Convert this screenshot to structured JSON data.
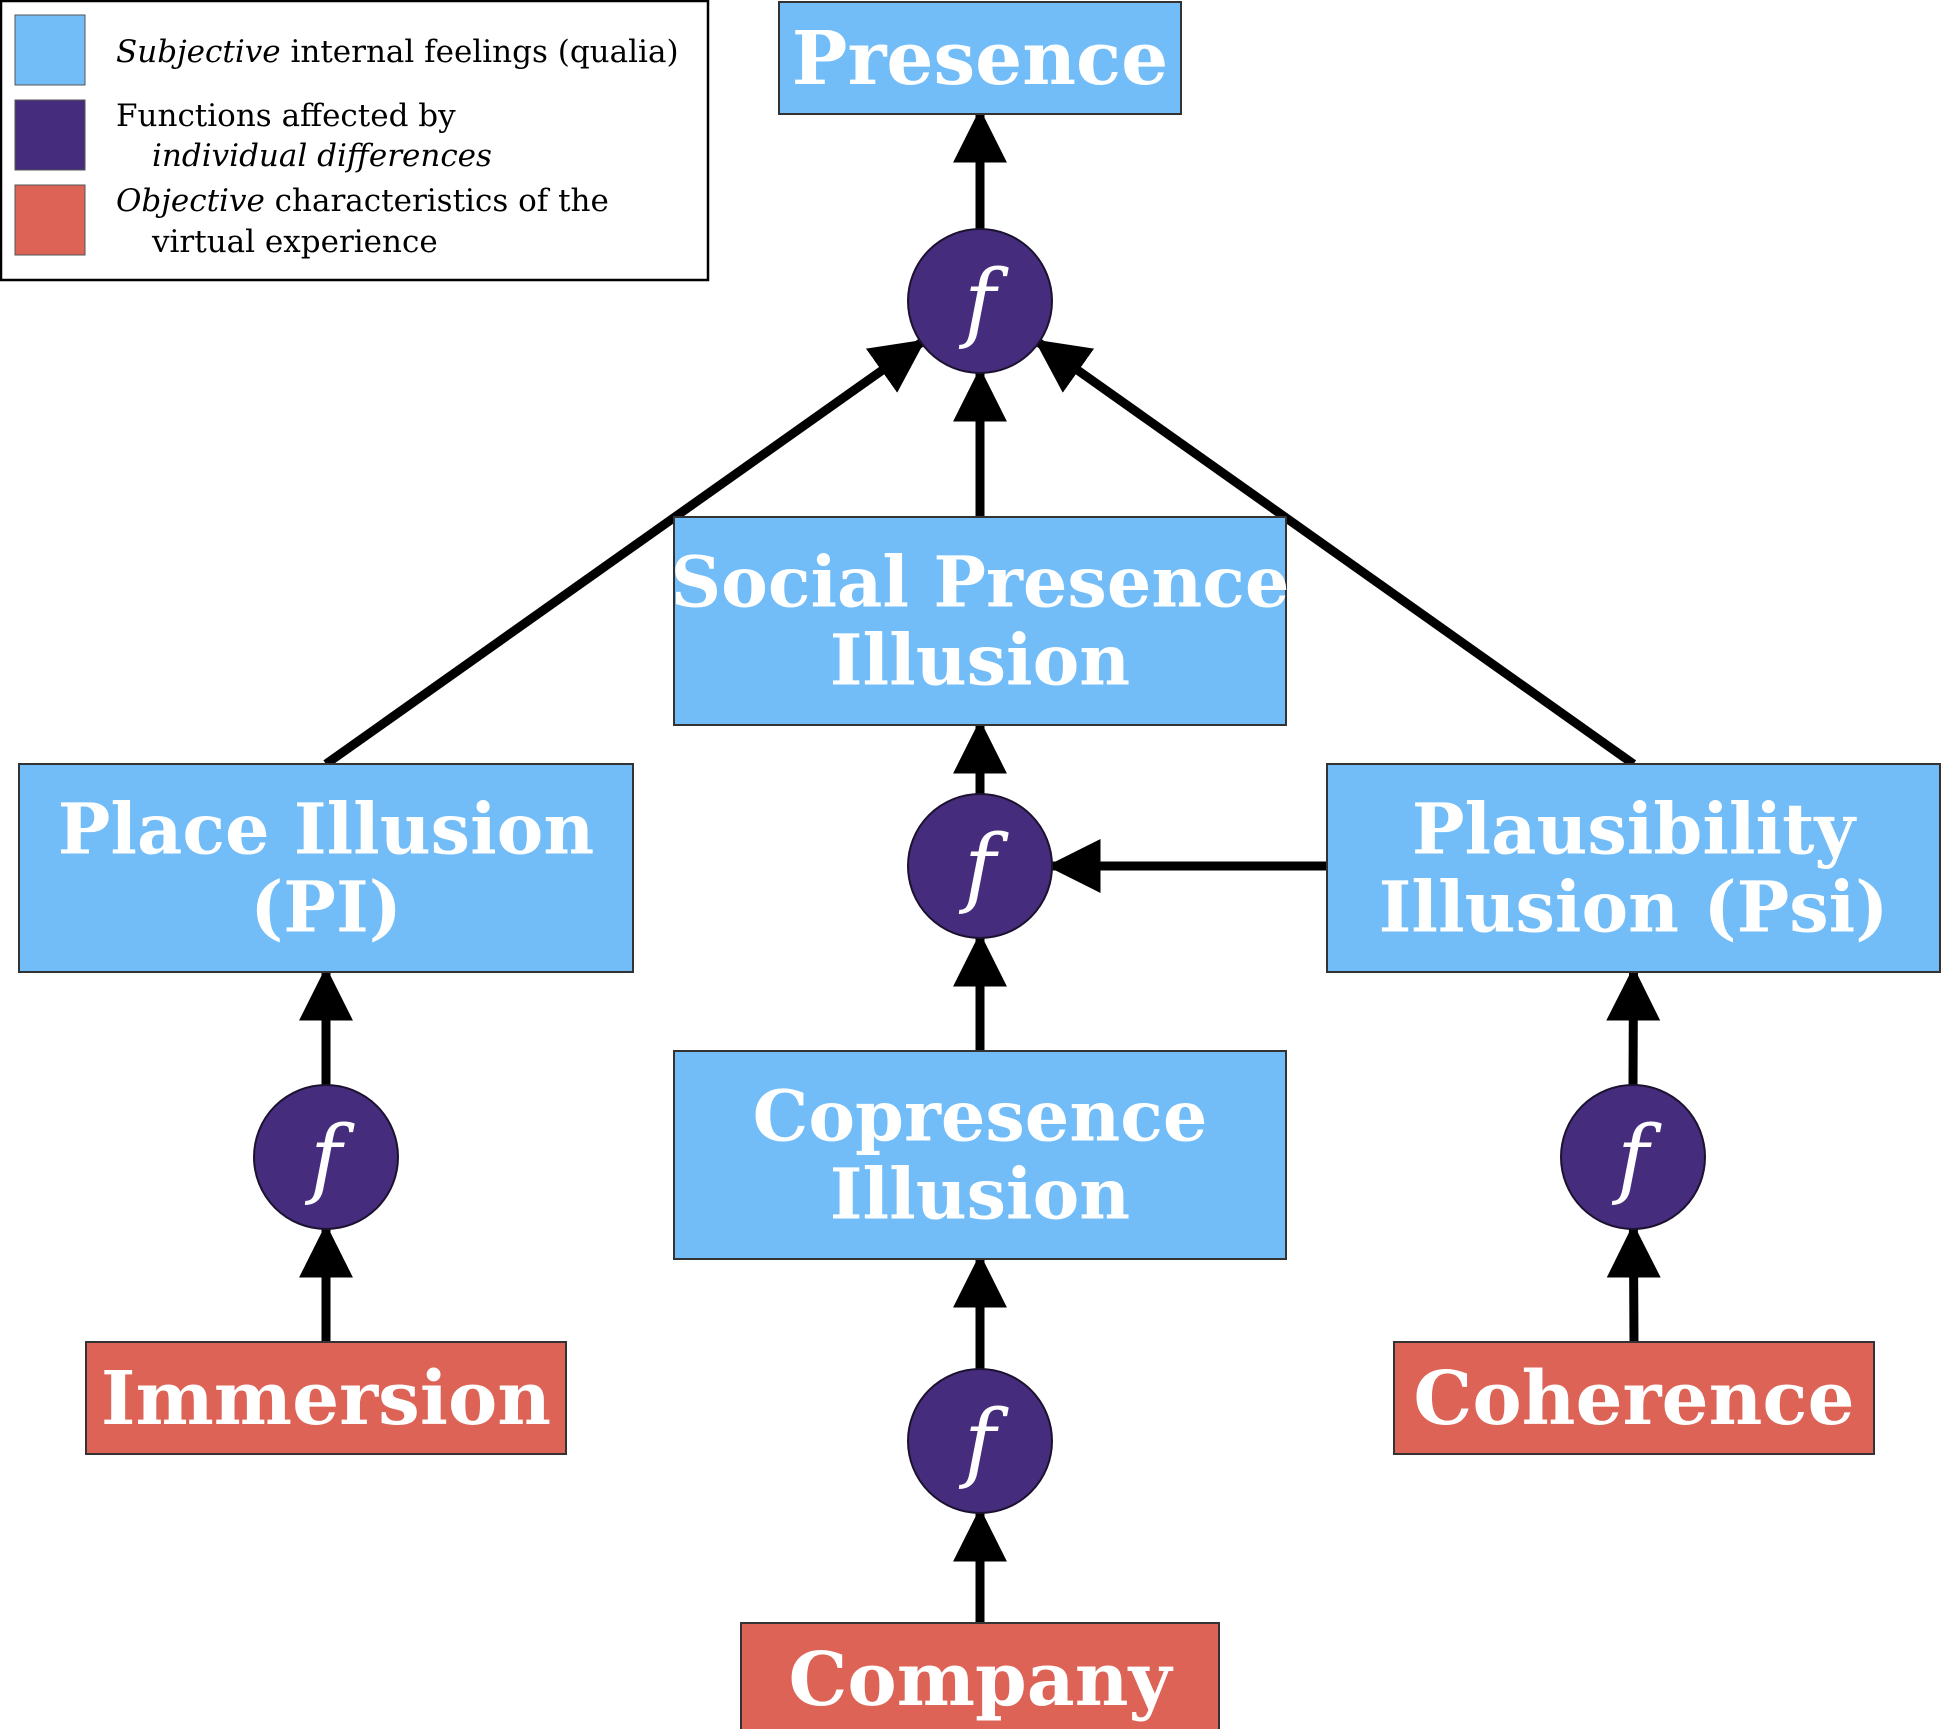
{
  "colors": {
    "subjective": "#72bdf7",
    "function": "#452c7c",
    "objective": "#dc6355",
    "edge": "#000000"
  },
  "legend": {
    "subjective": {
      "italic": "Subjective",
      "rest": " internal feelings (qualia)"
    },
    "function": {
      "line1": "Functions affected by",
      "line2_italic": "individual differences"
    },
    "objective": {
      "italic": "Objective",
      "rest": " characteristics of the",
      "line2": "virtual experience"
    }
  },
  "function_symbol": "f",
  "nodes": {
    "presence": {
      "lines": [
        "Presence"
      ],
      "kind": "subjective"
    },
    "social_presence_illusion": {
      "lines": [
        "Social Presence",
        "Illusion"
      ],
      "kind": "subjective"
    },
    "place_illusion": {
      "lines": [
        "Place Illusion",
        "(PI)"
      ],
      "kind": "subjective"
    },
    "plausibility_illusion": {
      "lines": [
        "Plausibility",
        "Illusion (Psi)"
      ],
      "kind": "subjective"
    },
    "copresence_illusion": {
      "lines": [
        "Copresence",
        "Illusion"
      ],
      "kind": "subjective"
    },
    "immersion": {
      "lines": [
        "Immersion"
      ],
      "kind": "objective"
    },
    "coherence": {
      "lines": [
        "Coherence"
      ],
      "kind": "objective"
    },
    "company": {
      "lines": [
        "Company"
      ],
      "kind": "objective"
    }
  },
  "functions": [
    "f_presence",
    "f_social",
    "f_place",
    "f_plausibility",
    "f_copresence"
  ],
  "edges": [
    {
      "from": "f_presence",
      "to": "presence"
    },
    {
      "from": "place_illusion",
      "to": "f_presence"
    },
    {
      "from": "social_presence_illusion",
      "to": "f_presence"
    },
    {
      "from": "plausibility_illusion",
      "to": "f_presence"
    },
    {
      "from": "f_social",
      "to": "social_presence_illusion"
    },
    {
      "from": "plausibility_illusion",
      "to": "f_social"
    },
    {
      "from": "copresence_illusion",
      "to": "f_social"
    },
    {
      "from": "f_place",
      "to": "place_illusion"
    },
    {
      "from": "immersion",
      "to": "f_place"
    },
    {
      "from": "f_plausibility",
      "to": "plausibility_illusion"
    },
    {
      "from": "coherence",
      "to": "f_plausibility"
    },
    {
      "from": "f_copresence",
      "to": "copresence_illusion"
    },
    {
      "from": "company",
      "to": "f_copresence"
    }
  ]
}
